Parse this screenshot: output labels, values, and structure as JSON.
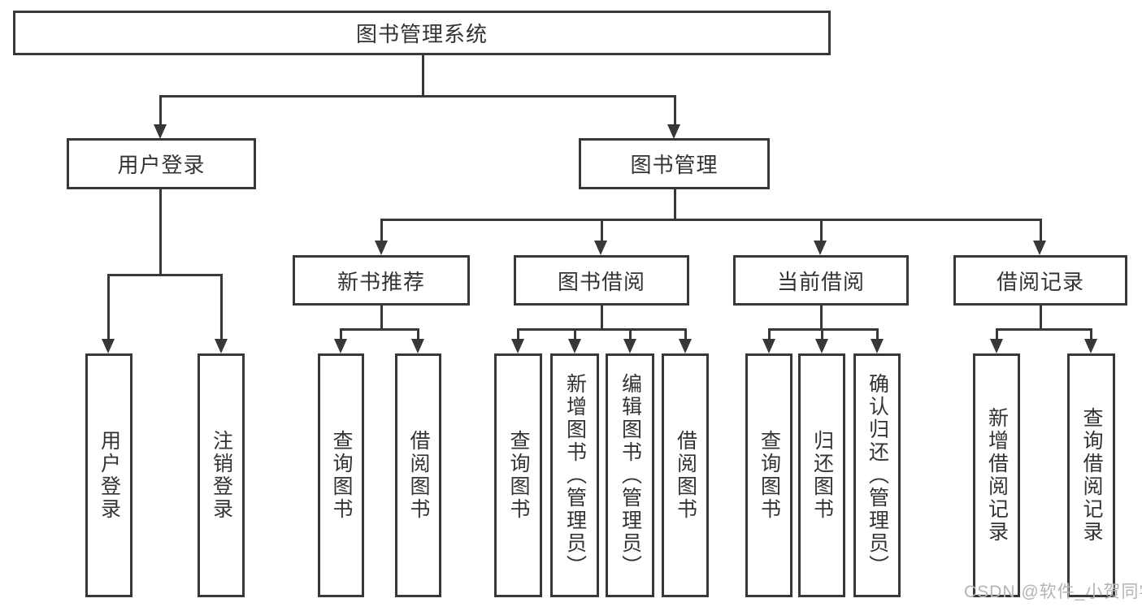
{
  "colors": {
    "line": "#383838",
    "text": "#333333",
    "background": "#ffffff",
    "watermark": "#b4b4b4"
  },
  "watermark": "CSDN @软件_小贺同学",
  "tree": {
    "label": "图书管理系统",
    "children": [
      {
        "label": "用户登录",
        "children": [
          {
            "label": "用户登录"
          },
          {
            "label": "注销登录"
          }
        ]
      },
      {
        "label": "图书管理",
        "children": [
          {
            "label": "新书推荐",
            "children": [
              {
                "label": "查询图书"
              },
              {
                "label": "借阅图书"
              }
            ]
          },
          {
            "label": "图书借阅",
            "children": [
              {
                "label": "查询图书"
              },
              {
                "label": "新增图书（管理员）"
              },
              {
                "label": "编辑图书（管理员）"
              },
              {
                "label": "借阅图书"
              }
            ]
          },
          {
            "label": "当前借阅",
            "children": [
              {
                "label": "查询图书"
              },
              {
                "label": "归还图书"
              },
              {
                "label": "确认归还（管理员）"
              }
            ]
          },
          {
            "label": "借阅记录",
            "children": [
              {
                "label": "新增借阅记录"
              },
              {
                "label": "查询借阅记录"
              }
            ]
          }
        ]
      }
    ]
  }
}
